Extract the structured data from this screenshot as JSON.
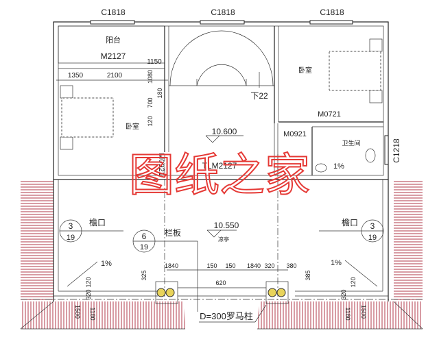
{
  "windows": {
    "top_left": "C1818",
    "top_center": "C1818",
    "top_right": "C1818",
    "bath_side": "C1218"
  },
  "rooms": {
    "balcony": "阳台",
    "balcony_door": "M2127",
    "bedroom_left": "卧室",
    "bedroom_right": "卧室",
    "bathroom": "卫生间",
    "stair_down": "下22",
    "hall_elevation": "10.600",
    "hall_door": "TLM2127",
    "door_bedroom_left": "M0921",
    "door_bedroom_right": "M0921",
    "door_bath": "M0721",
    "bath_slope": "1%"
  },
  "upper_dims": {
    "d1150": "1150",
    "d1350": "1350",
    "d2100": "2100",
    "d1080": "1080",
    "d180": "180",
    "d700": "700",
    "d120": "120"
  },
  "terrace": {
    "elevation": "10.550",
    "label": "凉亭",
    "parapet": "栏板",
    "eave_left": "檐口",
    "eave_right": "檐口",
    "slope_left": "1%",
    "slope_right": "1%",
    "detail_left": {
      "num": "3",
      "sheet": "19"
    },
    "detail_center": {
      "num": "6",
      "sheet": "19"
    },
    "detail_right": {
      "num": "3",
      "sheet": "19"
    },
    "column_note": "D=300罗马柱"
  },
  "lower_dims": {
    "a": "1840",
    "b": "150",
    "c": "150",
    "d": "1840",
    "e": "320",
    "f": "380",
    "g": "620",
    "h": "325",
    "i": "385",
    "j": "1500",
    "k": "1180",
    "l": "320",
    "m": "120",
    "n": "1500",
    "o": "1180",
    "p": "320",
    "q": "120"
  },
  "watermark": "图纸之家",
  "colors": {
    "roof_hatch": "#b03a4a",
    "watermark": "#e53935",
    "column": "#e8d35a"
  }
}
